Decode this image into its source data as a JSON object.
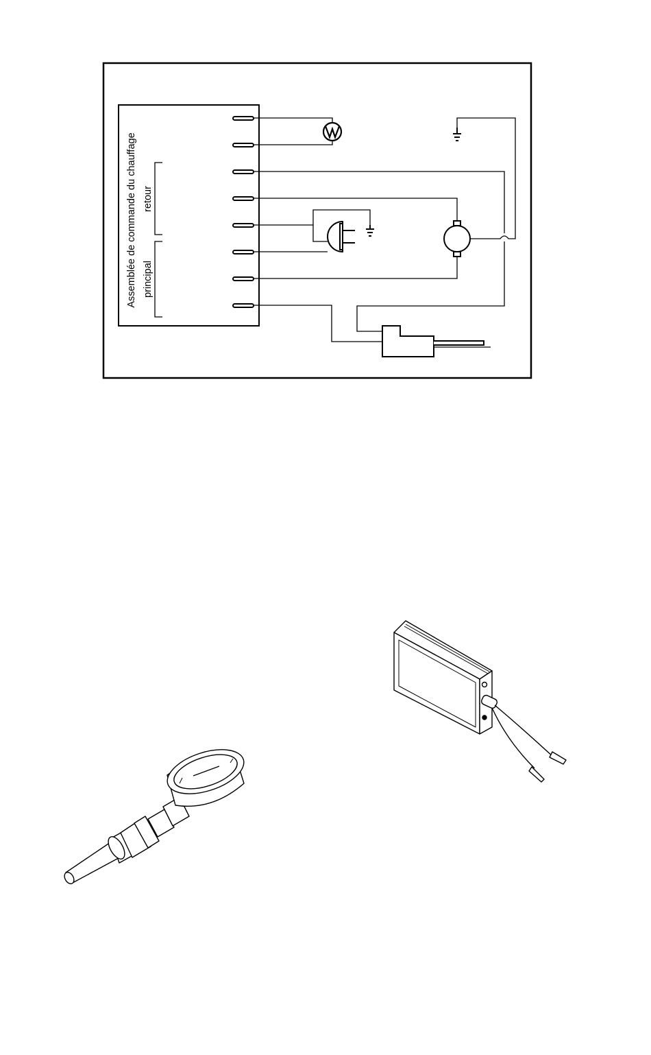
{
  "diagram": {
    "control_label": "Assemblée de commande du chauffage",
    "bracket_labels": {
      "retour": "retour",
      "principal": "principal"
    },
    "components": [
      "wall-thermostat-icon",
      "ground-icon",
      "plug-icon",
      "motor-icon",
      "solenoid-probe-icon"
    ]
  },
  "illustrations": {
    "items": [
      "pressure-gauge-icon",
      "tester-box-icon"
    ]
  }
}
